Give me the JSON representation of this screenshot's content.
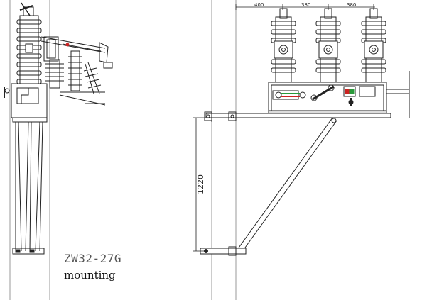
{
  "title": {
    "model": "ZW32-27G",
    "caption": "mounting"
  },
  "dimensions": {
    "left_offset": "400",
    "phase_spacing_1": "380",
    "phase_spacing_2": "380",
    "mount_height": "1220"
  },
  "colors": {
    "line": "#222222",
    "light_line": "#777777",
    "accent_red": "#cc2222",
    "accent_green": "#2a9a3a"
  }
}
